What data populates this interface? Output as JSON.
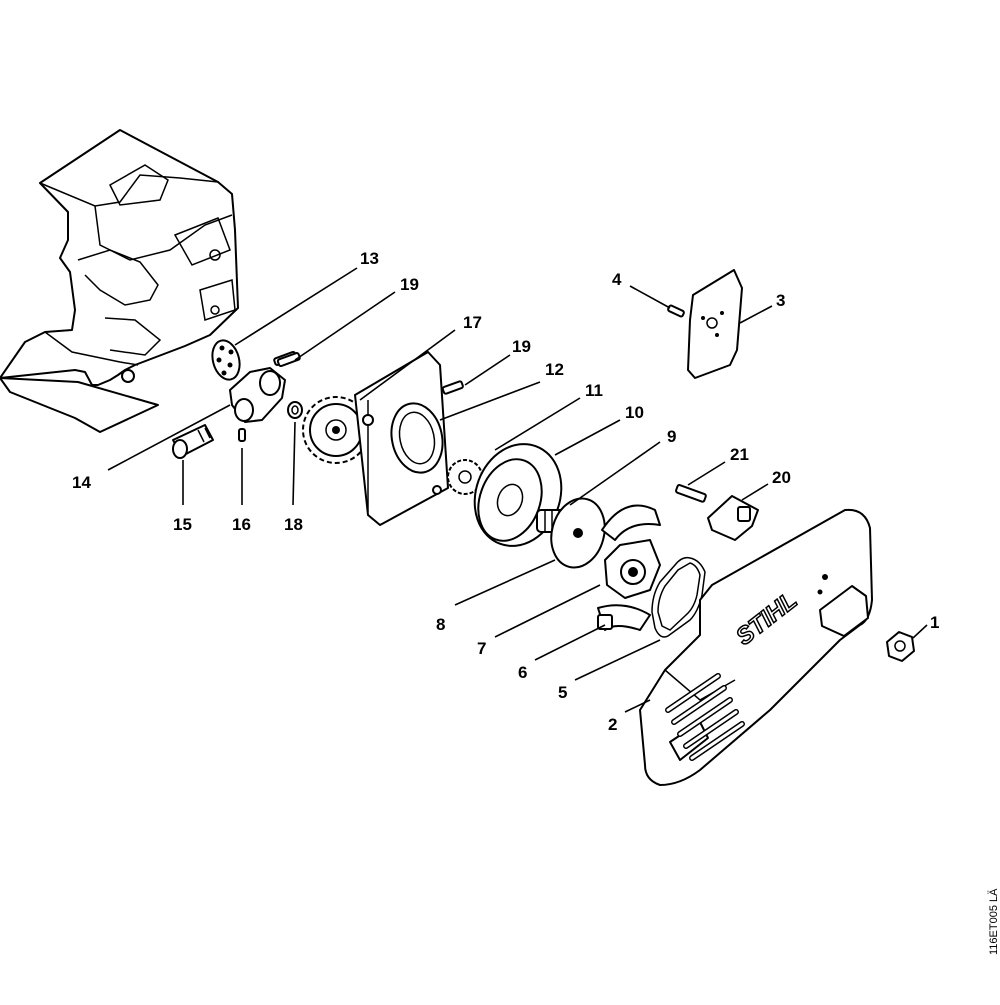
{
  "diagram": {
    "drawing_code": "116ET005 LÄ",
    "brand": "STIHL",
    "callouts": [
      "1",
      "2",
      "3",
      "4",
      "5",
      "6",
      "7",
      "8",
      "9",
      "10",
      "11",
      "12",
      "13",
      "14",
      "15",
      "16",
      "17",
      "18",
      "19",
      "19",
      "20",
      "21"
    ]
  }
}
